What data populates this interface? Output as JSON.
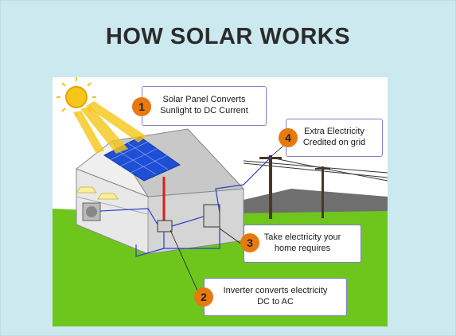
{
  "slide": {
    "title": "HOW SOLAR WORKS",
    "background_color": "#cbe9ee"
  },
  "diagram": {
    "callouts": [
      {
        "number": "1",
        "line1": "Solar Panel Converts",
        "line2": "Sunlight to DC Current"
      },
      {
        "number": "2",
        "line1": "Inverter converts electricity",
        "line2": "DC to AC"
      },
      {
        "number": "3",
        "line1": "Take electricity your",
        "line2": "home requires"
      },
      {
        "number": "4",
        "line1": "Extra Electricity",
        "line2": "Credited on grid"
      }
    ],
    "colors": {
      "badge": "#e8790f",
      "grass": "#6ec61d",
      "sun": "#f5c518",
      "panel": "#1f4fd6",
      "dc_wire": "#d6201b",
      "ac_wire": "#2b3fc4",
      "house_wall": "#dcdcdc"
    },
    "icons": [
      "sun-icon",
      "solar-panel-icon",
      "house-icon",
      "utility-pole-icon",
      "ceiling-lamp-icon",
      "air-conditioner-icon"
    ]
  }
}
